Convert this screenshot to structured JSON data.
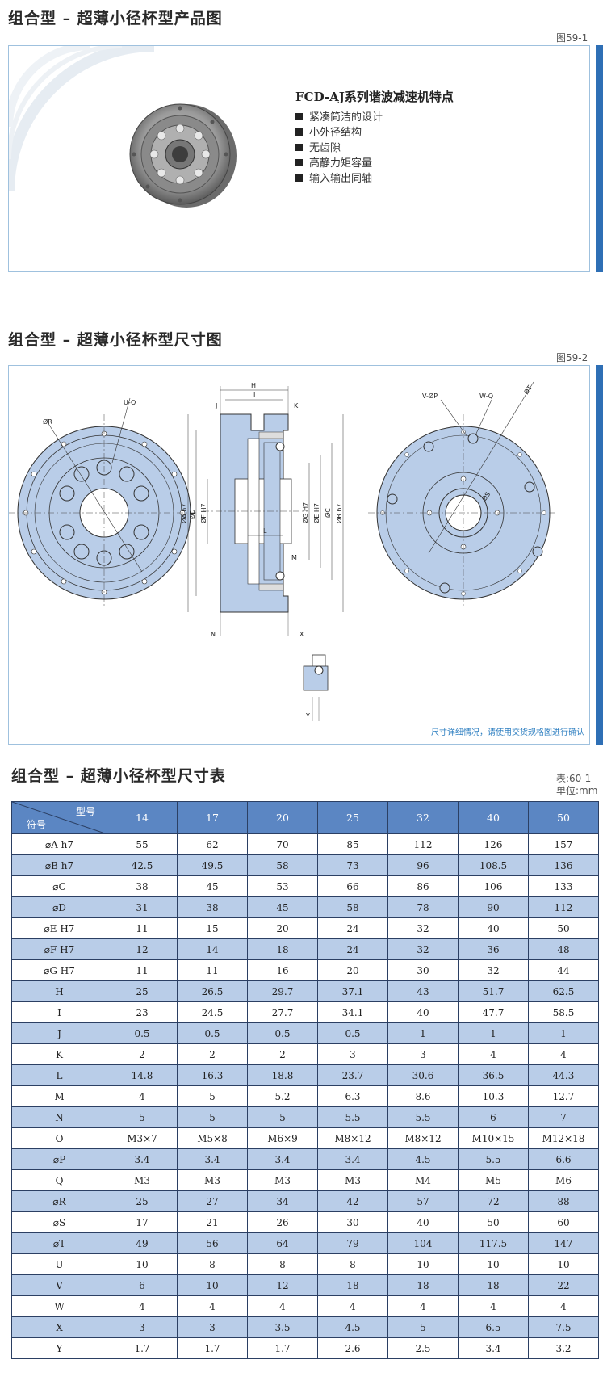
{
  "section1": {
    "title": "组合型 – 超薄小径杯型产品图",
    "fig": "图59-1"
  },
  "features": {
    "title": "FCD-AJ系列谐波减速机特点",
    "items": [
      "紧凑简洁的设计",
      "小外径结构",
      "无齿隙",
      "高静力矩容量",
      "输入输出同轴"
    ]
  },
  "section2": {
    "title": "组合型 – 超薄小径杯型尺寸图",
    "fig": "图59-2",
    "note": "尺寸详细情况，请使用交货规格图进行确认"
  },
  "drawing_labels": {
    "R": "ØR",
    "UO": "U-O",
    "H": "H",
    "I": "I",
    "J": "J",
    "K": "K",
    "A": "ØA h7",
    "D": "ØD",
    "F": "ØF H7",
    "G": "ØG H7",
    "E": "ØE H7",
    "C": "ØC",
    "B": "ØB h7",
    "L": "L",
    "M": "M",
    "N": "N",
    "X": "X",
    "Y": "Y",
    "VP": "V-ØP",
    "WQ": "W-Q",
    "T": "ØT",
    "S": "ØS"
  },
  "section3": {
    "title": "组合型 – 超薄小径杯型尺寸表",
    "table_no": "表:60-1",
    "unit": "单位:mm"
  },
  "table": {
    "corner_top": "型号",
    "corner_bottom": "符号",
    "models": [
      "14",
      "17",
      "20",
      "25",
      "32",
      "40",
      "50"
    ],
    "rows": [
      {
        "sym": "⌀A h7",
        "vals": [
          "55",
          "62",
          "70",
          "85",
          "112",
          "126",
          "157"
        ]
      },
      {
        "sym": "⌀B h7",
        "vals": [
          "42.5",
          "49.5",
          "58",
          "73",
          "96",
          "108.5",
          "136"
        ]
      },
      {
        "sym": "⌀C",
        "vals": [
          "38",
          "45",
          "53",
          "66",
          "86",
          "106",
          "133"
        ]
      },
      {
        "sym": "⌀D",
        "vals": [
          "31",
          "38",
          "45",
          "58",
          "78",
          "90",
          "112"
        ]
      },
      {
        "sym": "⌀E H7",
        "vals": [
          "11",
          "15",
          "20",
          "24",
          "32",
          "40",
          "50"
        ]
      },
      {
        "sym": "⌀F H7",
        "vals": [
          "12",
          "14",
          "18",
          "24",
          "32",
          "36",
          "48"
        ]
      },
      {
        "sym": "⌀G H7",
        "vals": [
          "11",
          "11",
          "16",
          "20",
          "30",
          "32",
          "44"
        ]
      },
      {
        "sym": "H",
        "vals": [
          "25",
          "26.5",
          "29.7",
          "37.1",
          "43",
          "51.7",
          "62.5"
        ]
      },
      {
        "sym": "I",
        "vals": [
          "23",
          "24.5",
          "27.7",
          "34.1",
          "40",
          "47.7",
          "58.5"
        ]
      },
      {
        "sym": "J",
        "vals": [
          "0.5",
          "0.5",
          "0.5",
          "0.5",
          "1",
          "1",
          "1"
        ]
      },
      {
        "sym": "K",
        "vals": [
          "2",
          "2",
          "2",
          "3",
          "3",
          "4",
          "4"
        ]
      },
      {
        "sym": "L",
        "vals": [
          "14.8",
          "16.3",
          "18.8",
          "23.7",
          "30.6",
          "36.5",
          "44.3"
        ]
      },
      {
        "sym": "M",
        "vals": [
          "4",
          "5",
          "5.2",
          "6.3",
          "8.6",
          "10.3",
          "12.7"
        ]
      },
      {
        "sym": "N",
        "vals": [
          "5",
          "5",
          "5",
          "5.5",
          "5.5",
          "6",
          "7"
        ]
      },
      {
        "sym": "O",
        "vals": [
          "M3×7",
          "M5×8",
          "M6×9",
          "M8×12",
          "M8×12",
          "M10×15",
          "M12×18"
        ]
      },
      {
        "sym": "⌀P",
        "vals": [
          "3.4",
          "3.4",
          "3.4",
          "3.4",
          "4.5",
          "5.5",
          "6.6"
        ]
      },
      {
        "sym": "Q",
        "vals": [
          "M3",
          "M3",
          "M3",
          "M3",
          "M4",
          "M5",
          "M6"
        ]
      },
      {
        "sym": "⌀R",
        "vals": [
          "25",
          "27",
          "34",
          "42",
          "57",
          "72",
          "88"
        ]
      },
      {
        "sym": "⌀S",
        "vals": [
          "17",
          "21",
          "26",
          "30",
          "40",
          "50",
          "60"
        ]
      },
      {
        "sym": "⌀T",
        "vals": [
          "49",
          "56",
          "64",
          "79",
          "104",
          "117.5",
          "147"
        ]
      },
      {
        "sym": "U",
        "vals": [
          "10",
          "8",
          "8",
          "8",
          "10",
          "10",
          "10"
        ]
      },
      {
        "sym": "V",
        "vals": [
          "6",
          "10",
          "12",
          "18",
          "18",
          "18",
          "22"
        ]
      },
      {
        "sym": "W",
        "vals": [
          "4",
          "4",
          "4",
          "4",
          "4",
          "4",
          "4"
        ]
      },
      {
        "sym": "X",
        "vals": [
          "3",
          "3",
          "3.5",
          "4.5",
          "5",
          "6.5",
          "7.5"
        ]
      },
      {
        "sym": "Y",
        "vals": [
          "1.7",
          "1.7",
          "1.7",
          "2.6",
          "2.5",
          "3.4",
          "3.2"
        ]
      }
    ]
  }
}
